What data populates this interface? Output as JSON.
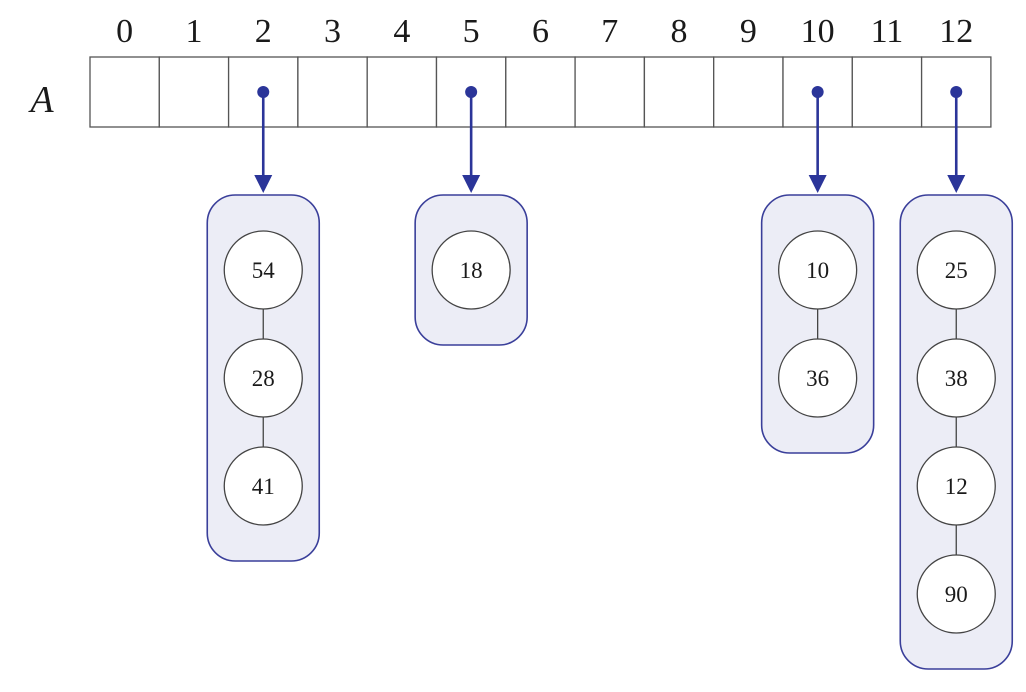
{
  "array": {
    "name": "A",
    "indices": [
      "0",
      "1",
      "2",
      "3",
      "4",
      "5",
      "6",
      "7",
      "8",
      "9",
      "10",
      "11",
      "12"
    ]
  },
  "buckets": [
    {
      "slot": 2,
      "items": [
        "54",
        "28",
        "41"
      ]
    },
    {
      "slot": 5,
      "items": [
        "18"
      ]
    },
    {
      "slot": 10,
      "items": [
        "10",
        "36"
      ]
    },
    {
      "slot": 12,
      "items": [
        "25",
        "38",
        "12",
        "90"
      ]
    }
  ],
  "colors": {
    "pointer": "#2b3599",
    "bucket_fill": "#ecedf6",
    "bucket_stroke": "#3a3f9a"
  }
}
